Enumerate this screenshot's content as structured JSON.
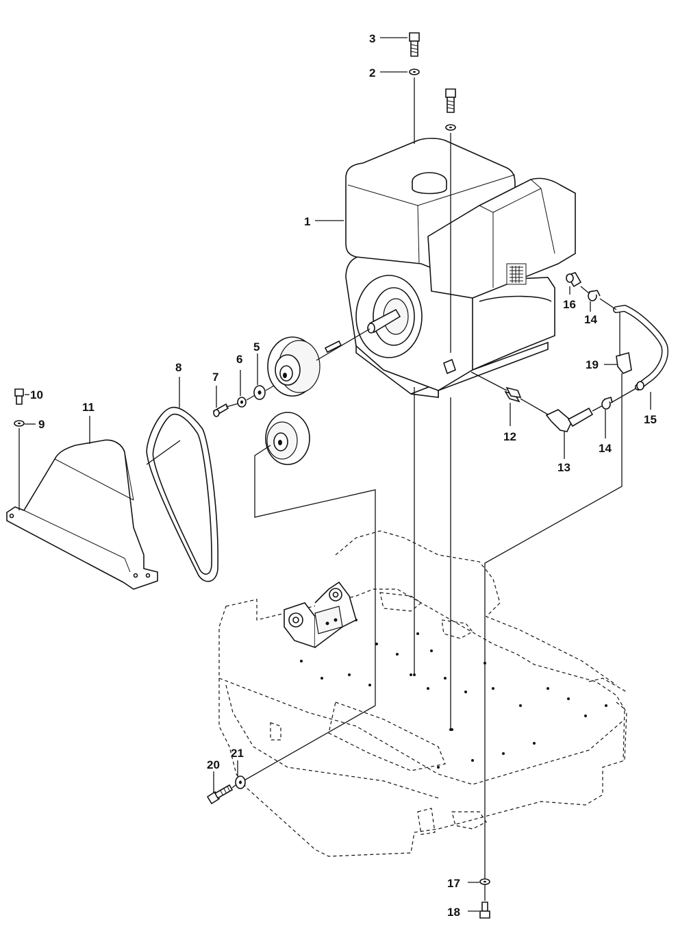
{
  "diagram": {
    "callouts": [
      {
        "id": "c1",
        "label": "1"
      },
      {
        "id": "c2",
        "label": "2"
      },
      {
        "id": "c3",
        "label": "3"
      },
      {
        "id": "c5",
        "label": "5"
      },
      {
        "id": "c6",
        "label": "6"
      },
      {
        "id": "c7",
        "label": "7"
      },
      {
        "id": "c8",
        "label": "8"
      },
      {
        "id": "c9",
        "label": "9"
      },
      {
        "id": "c10",
        "label": "10"
      },
      {
        "id": "c11",
        "label": "11"
      },
      {
        "id": "c12",
        "label": "12"
      },
      {
        "id": "c13",
        "label": "13"
      },
      {
        "id": "c14a",
        "label": "14"
      },
      {
        "id": "c14b",
        "label": "14"
      },
      {
        "id": "c15",
        "label": "15"
      },
      {
        "id": "c16",
        "label": "16"
      },
      {
        "id": "c17",
        "label": "17"
      },
      {
        "id": "c18",
        "label": "18"
      },
      {
        "id": "c19",
        "label": "19"
      },
      {
        "id": "c20",
        "label": "20"
      },
      {
        "id": "c21",
        "label": "21"
      }
    ]
  }
}
